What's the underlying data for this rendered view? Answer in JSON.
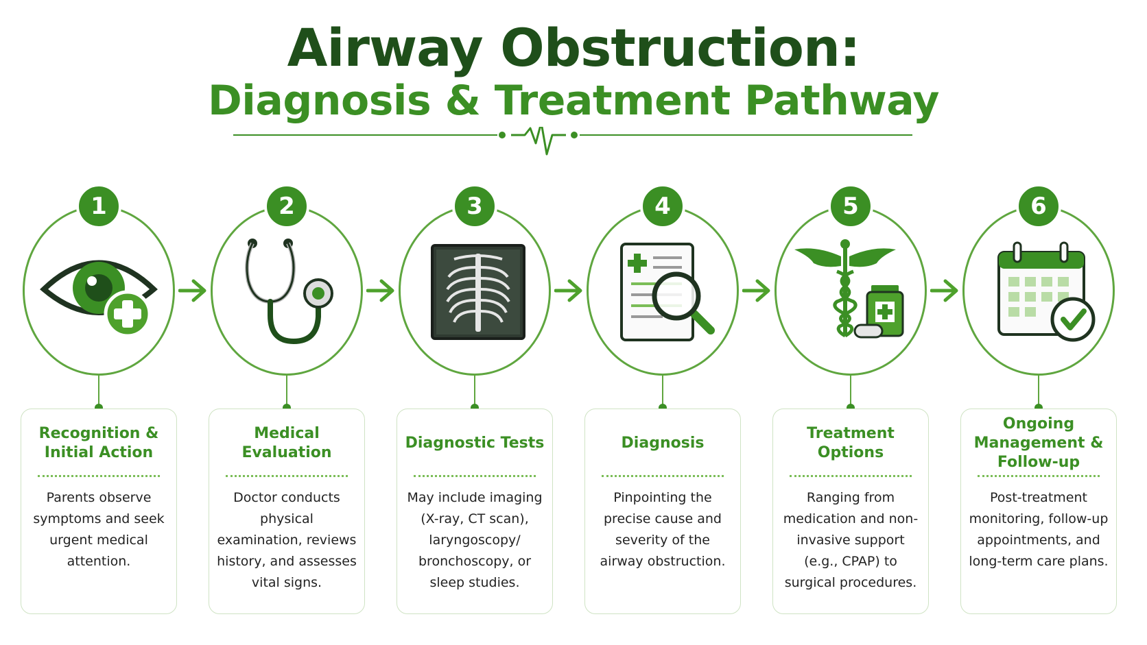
{
  "header": {
    "title": "Airway Obstruction:",
    "subtitle": "Diagnosis & Treatment Pathway"
  },
  "colors": {
    "dark_green": "#1f4f1a",
    "accent_green": "#3b8f24",
    "light_green": "#5fa63f",
    "pale_green": "#cfe3c4"
  },
  "steps": [
    {
      "number": "1",
      "icon": "eye-plus-icon",
      "title": "Recognition & Initial Action",
      "description": "Parents observe symptoms and seek urgent medical attention."
    },
    {
      "number": "2",
      "icon": "stethoscope-icon",
      "title": "Medical Evaluation",
      "description": "Doctor conducts physical examination, reviews history, and assesses vital signs."
    },
    {
      "number": "3",
      "icon": "chest-xray-icon",
      "title": "Diagnostic Tests",
      "description": "May include imaging (X-ray, CT scan), laryngoscopy/ bronchoscopy, or sleep studies."
    },
    {
      "number": "4",
      "icon": "report-magnifier-icon",
      "title": "Diagnosis",
      "description": "Pinpointing the precise cause and severity of the airway obstruction."
    },
    {
      "number": "5",
      "icon": "caduceus-medicine-icon",
      "title": "Treatment Options",
      "description": "Ranging from medication and non-invasive support (e.g., CPAP) to surgical procedures."
    },
    {
      "number": "6",
      "icon": "calendar-check-icon",
      "title": "Ongoing Management & Follow-up",
      "description": "Post-treatment monitoring, follow-up appointments, and long-term care plans."
    }
  ]
}
